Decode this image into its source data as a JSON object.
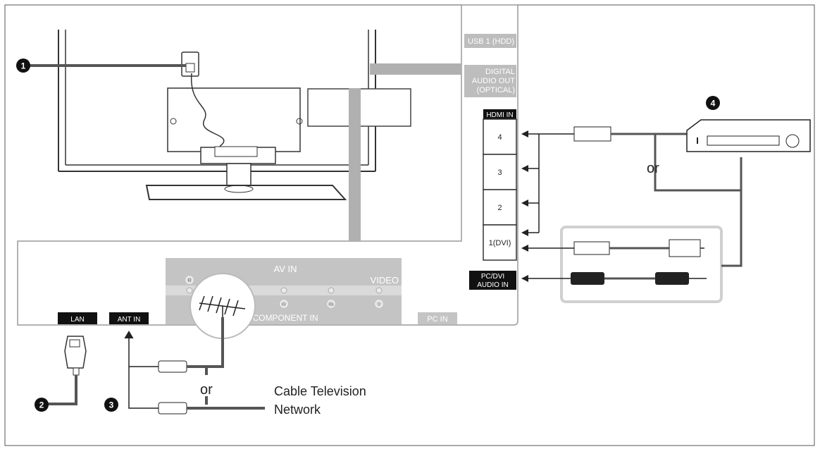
{
  "callouts": {
    "one": "1",
    "two": "2",
    "three": "3",
    "four": "4"
  },
  "tv_panel": {
    "usb": "USB 1 (HDD)",
    "digital_audio": [
      "DIGITAL",
      "AUDIO OUT",
      "(OPTICAL)"
    ],
    "hdmi_in": "HDMI IN",
    "hdmi_ports": [
      "4",
      "3",
      "2",
      "1(DVI)"
    ],
    "pc_dvi_audio": [
      "PC/DVI",
      "AUDIO IN"
    ],
    "av_in": "AV IN",
    "video": "VIDEO",
    "r_label": "R",
    "pr_label": "Pr",
    "pb_label": "Pb",
    "y_label": "Y",
    "component_in": "COMPONENT IN",
    "pc_in": "PC IN",
    "lan": "LAN",
    "ant_in": "ANT IN"
  },
  "labels": {
    "or_device": "or",
    "or_antenna": "or",
    "cable_network": [
      "Cable Television",
      "Network"
    ]
  },
  "colors": {
    "frame_gray": "#bfbfbf",
    "dark_gray": "#666666",
    "cable_gray": "#8a8a8a",
    "black": "#111111"
  }
}
